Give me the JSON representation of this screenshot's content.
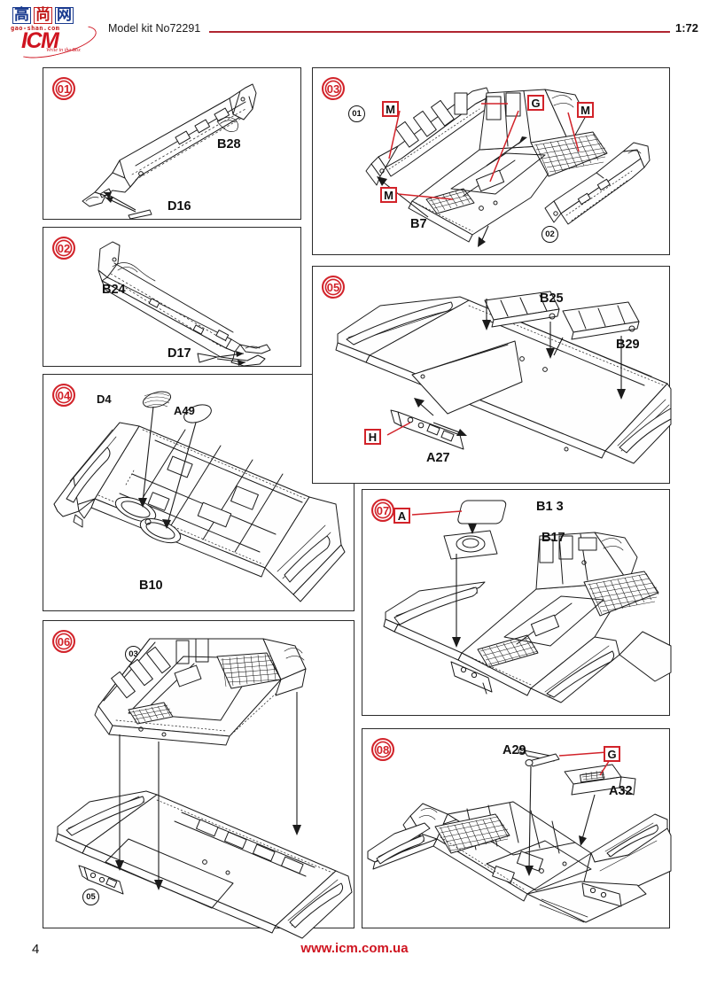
{
  "header": {
    "kit_number": "Model kit No72291",
    "scale": "1:72",
    "logo": {
      "cn_char_1": "高",
      "cn_char_2": "尚",
      "cn_char_3": "网",
      "domain": "gao-shan.com",
      "brand": "ICM",
      "tagline": "Write in the Box"
    }
  },
  "footer": {
    "page_number": "4",
    "website": "www.icm.com.ua"
  },
  "steps": [
    {
      "id": "01",
      "badge": "01",
      "parts": [
        {
          "label": "B28"
        },
        {
          "label": "D16"
        }
      ],
      "sub_refs": [],
      "color_marks": []
    },
    {
      "id": "02",
      "badge": "02",
      "parts": [
        {
          "label": "B24"
        },
        {
          "label": "D17"
        }
      ],
      "sub_refs": [],
      "color_marks": []
    },
    {
      "id": "03",
      "badge": "03",
      "parts": [
        {
          "label": "B7"
        }
      ],
      "sub_refs": [
        "01",
        "02"
      ],
      "color_marks": [
        "M",
        "G",
        "M",
        "M"
      ]
    },
    {
      "id": "04",
      "badge": "04",
      "parts": [
        {
          "label": "D4"
        },
        {
          "label": "A49"
        },
        {
          "label": "B10"
        }
      ],
      "sub_refs": [],
      "color_marks": []
    },
    {
      "id": "05",
      "badge": "05",
      "parts": [
        {
          "label": "B25"
        },
        {
          "label": "B29"
        },
        {
          "label": "A27"
        }
      ],
      "sub_refs": [],
      "color_marks": [
        "H"
      ]
    },
    {
      "id": "06",
      "badge": "06",
      "parts": [],
      "sub_refs": [
        "03",
        "05"
      ],
      "color_marks": []
    },
    {
      "id": "07",
      "badge": "07",
      "parts": [
        {
          "label": "B1 3"
        },
        {
          "label": "B17"
        }
      ],
      "sub_refs": [],
      "color_marks": [
        "A"
      ]
    },
    {
      "id": "08",
      "badge": "08",
      "parts": [
        {
          "label": "A29"
        },
        {
          "label": "A32"
        }
      ],
      "sub_refs": [],
      "color_marks": [
        "G"
      ]
    }
  ],
  "colors": {
    "accent_red": "#d2232a",
    "brand_red": "#cf1420",
    "line": "#1b1b1b"
  }
}
